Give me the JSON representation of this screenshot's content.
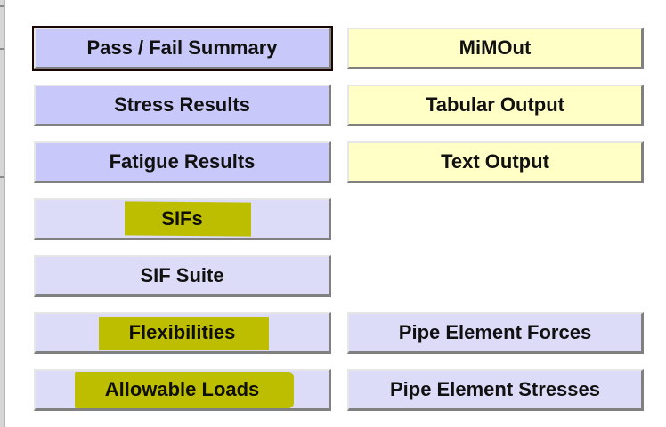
{
  "buttons": {
    "pass_fail_summary": "Pass / Fail Summary",
    "stress_results": "Stress Results",
    "fatigue_results": "Fatigue Results",
    "sifs": "SIFs",
    "sif_suite": "SIF Suite",
    "flexibilities": "Flexibilities",
    "allowable_loads": "Allowable Loads",
    "mimout": "MiMOut",
    "tabular_output": "Tabular Output",
    "text_output": "Text Output",
    "pipe_element_forces": "Pipe Element Forces",
    "pipe_element_stresses": "Pipe Element Stresses"
  },
  "colors": {
    "results_button": "#C8C8FA",
    "secondary_button": "#DCDCF8",
    "output_button": "#FFFFC6",
    "highlight": "#DCDC00"
  },
  "highlighted": [
    "SIFs",
    "Flexibilities",
    "Allowable Loads"
  ]
}
